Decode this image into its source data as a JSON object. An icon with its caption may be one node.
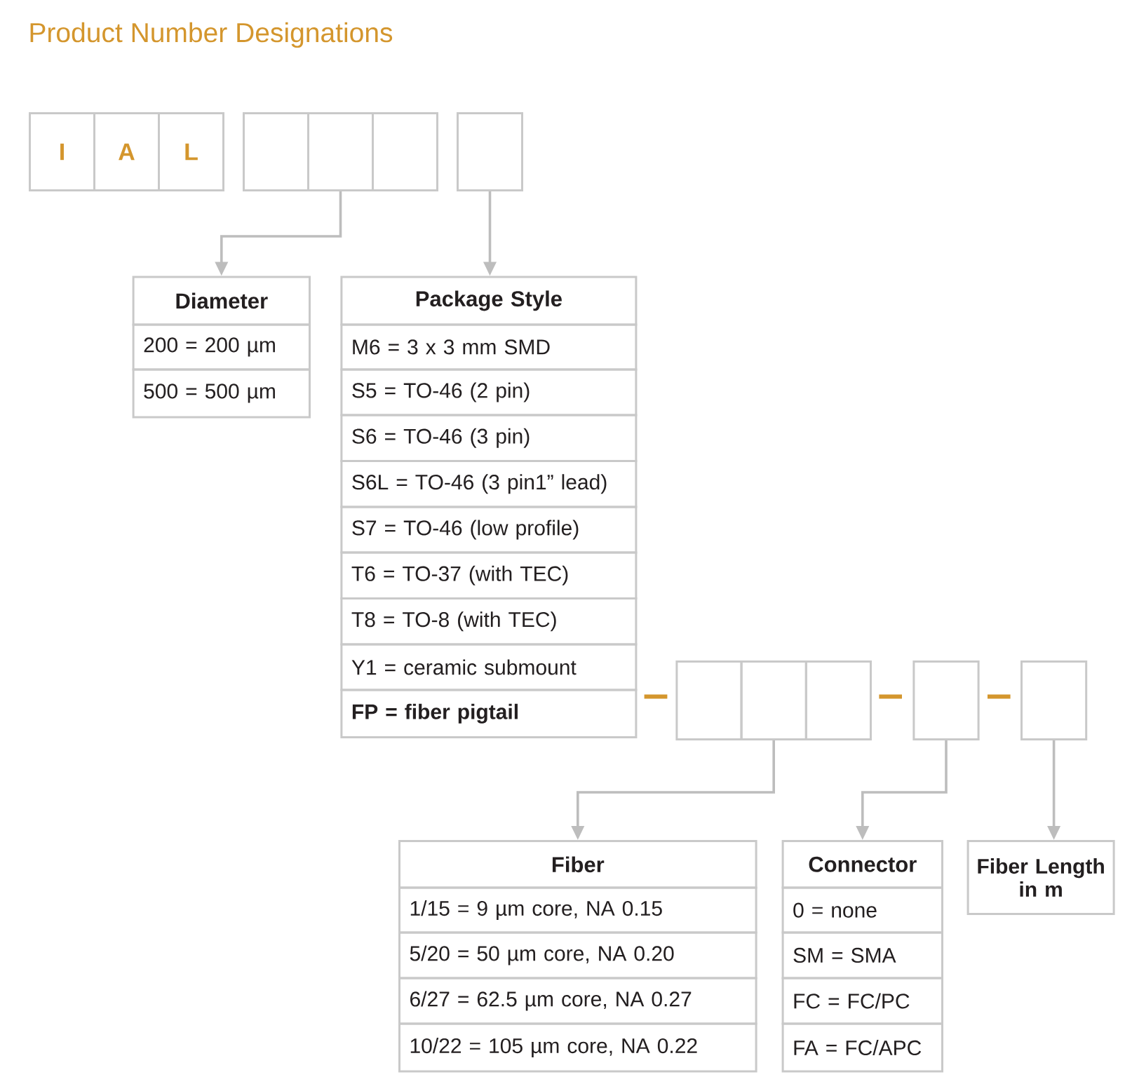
{
  "diagram": {
    "title": "Product Number Designations",
    "nodes": [
      {
        "text": [
          "I"
        ]
      },
      {
        "text": [
          "A"
        ]
      },
      {
        "text": [
          "L"
        ]
      },
      {
        "text": [],
        "shape": "box"
      },
      {
        "text": [],
        "shape": "box"
      },
      {
        "text": [],
        "shape": "box"
      },
      {
        "text": [],
        "shape": "box"
      },
      {
        "text": [
          "Diameter"
        ]
      },
      {
        "text": [
          "200 = 200 µm"
        ]
      },
      {
        "text": [
          "500 = 500 µm"
        ]
      },
      {
        "text": [
          "Package Style"
        ]
      },
      {
        "text": [
          "M6 = 3 x 3 mm SMD"
        ]
      },
      {
        "text": [
          "S5 = TO-46 (2 pin)"
        ]
      },
      {
        "text": [
          "S6 = TO-46 (3 pin)"
        ]
      },
      {
        "text": [
          "S6L = TO-46 (3 pin1” lead)"
        ]
      },
      {
        "text": [
          "S7 = TO-46 (low profile)"
        ]
      },
      {
        "text": [
          "T6 = TO-37 (with TEC)"
        ]
      },
      {
        "text": [
          "T8 = TO-8 (with TEC)"
        ]
      },
      {
        "text": [
          "Y1 = ceramic submount"
        ]
      },
      {
        "text": [
          "FP = fiber pigtail"
        ]
      },
      {
        "text": [],
        "shape": "box"
      },
      {
        "text": [],
        "shape": "box"
      },
      {
        "text": [],
        "shape": "box"
      },
      {
        "text": [],
        "shape": "box"
      },
      {
        "text": [],
        "shape": "box"
      },
      {
        "text": [
          "Fiber"
        ]
      },
      {
        "text": [
          "1/15 = 9 µm core, NA 0.15"
        ]
      },
      {
        "text": [
          "5/20 = 50 µm core, NA 0.20"
        ]
      },
      {
        "text": [
          "6/27 = 62.5 µm core, NA 0.27"
        ]
      },
      {
        "text": [
          "10/22 = 105 µm core, NA 0.22"
        ]
      },
      {
        "text": [
          "Connector"
        ]
      },
      {
        "text": [
          "0 = none"
        ]
      },
      {
        "text": [
          "SM = SMA"
        ]
      },
      {
        "text": [
          "FC = FC/PC"
        ]
      },
      {
        "text": [
          "FA = FC/APC"
        ]
      },
      {
        "text": [
          "Fiber Length in m"
        ]
      }
    ],
    "edges": [
      {
        "from": 4,
        "to": 7,
        "arrow": "to"
      },
      {
        "from": 6,
        "to": 10,
        "arrow": "to"
      },
      {
        "from": 21,
        "to": 25,
        "arrow": "to"
      },
      {
        "from": 23,
        "to": 30,
        "arrow": "to"
      },
      {
        "from": 24,
        "to": 35,
        "arrow": "to"
      }
    ]
  }
}
